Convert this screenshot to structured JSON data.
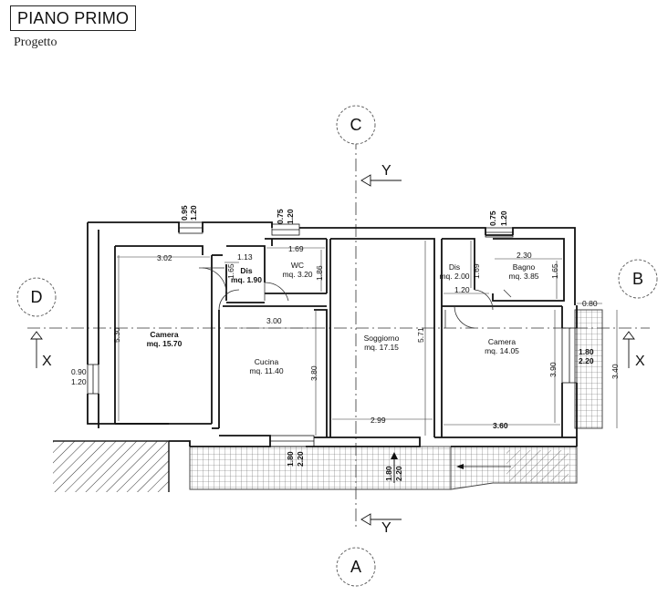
{
  "header": {
    "title": "PIANO PRIMO",
    "subtitle": "Progetto"
  },
  "sections": {
    "c": "C",
    "a": "A",
    "d": "D",
    "b": "B",
    "y": "Y",
    "x": "X"
  },
  "rooms": {
    "camera_left": {
      "name": "Camera",
      "area": "mq. 15.70"
    },
    "dis_left": {
      "name": "Dis",
      "area": "mq. 1.90"
    },
    "wc": {
      "name": "WC",
      "area": "mq. 3.20"
    },
    "cucina": {
      "name": "Cucina",
      "area": "mq. 11.40"
    },
    "soggiorno": {
      "name": "Soggiorno",
      "area": "mq. 17.15"
    },
    "dis_right": {
      "name": "Dis",
      "area": "mq. 2.00"
    },
    "bagno": {
      "name": "Bagno",
      "area": "mq. 3.85"
    },
    "camera_right": {
      "name": "Camera",
      "area": "mq. 14.05"
    }
  },
  "dimensions": {
    "w_095": "0.95",
    "w_120a": "1.20",
    "w_075a": "0.75",
    "w_120b": "1.20",
    "w_075b": "0.75",
    "w_120c": "1.20",
    "d_302": "3.02",
    "d_113": "1.13",
    "d_169": "1.69",
    "d_230": "2.30",
    "d_165a": "1.65",
    "d_186": "1.86",
    "d_169v": "1.69",
    "d_165b": "1.65",
    "d_120h": "1.20",
    "d_080": "0.80",
    "d_300": "3.00",
    "d_530": "5.30",
    "d_380": "3.80",
    "d_571": "5.71",
    "d_390": "3.90",
    "d_340": "3.40",
    "d_299": "2.99",
    "d_360": "3.60",
    "w_090": "0.90",
    "w_120d": "1.20",
    "w_180r": "1.80",
    "w_220r": "2.20",
    "w_180a": "1.80",
    "w_220a": "2.20",
    "w_180b": "1.80",
    "w_220b": "2.20"
  }
}
